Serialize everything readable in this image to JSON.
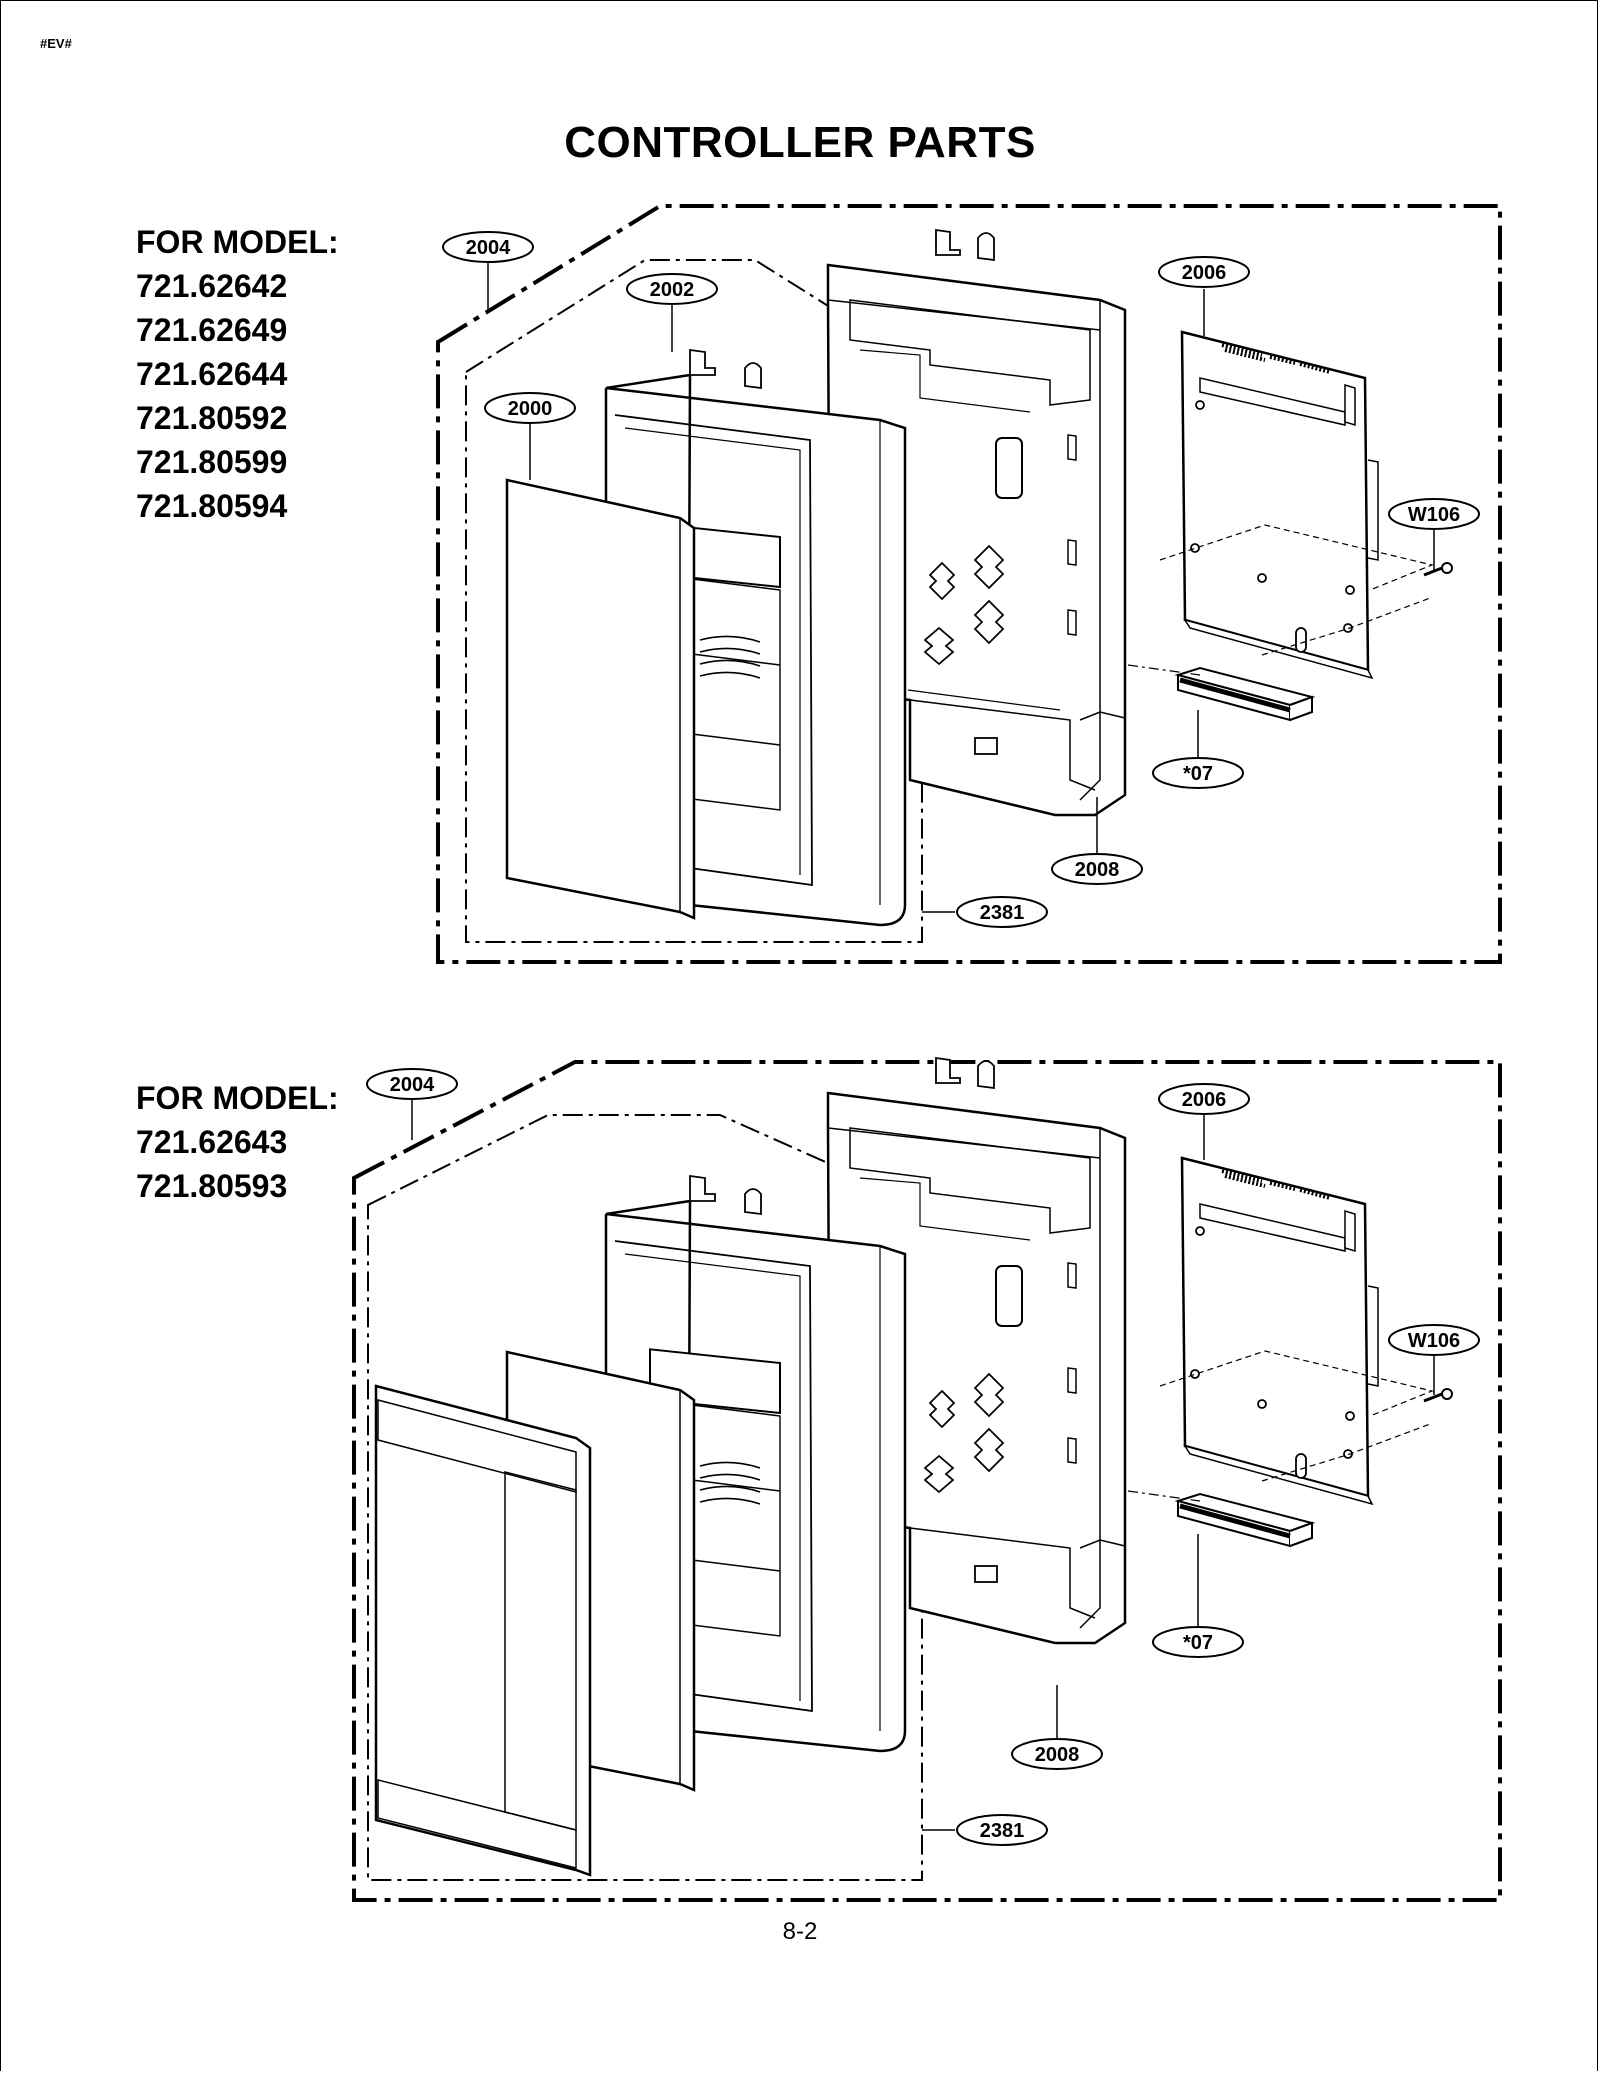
{
  "header": {
    "doc_code": "#EV#",
    "title": "CONTROLLER PARTS"
  },
  "diagram_top": {
    "model_heading": "FOR MODEL:",
    "models": [
      "721.62642",
      "721.62649",
      "721.62644",
      "721.80592",
      "721.80599",
      "721.80594"
    ],
    "callouts": {
      "assembly": "2004",
      "frame": "2002",
      "film": "2000",
      "pcb": "2006",
      "screw": "W106",
      "part07": "*07",
      "bracket": "2008",
      "sub_assembly": "2381"
    }
  },
  "diagram_bottom": {
    "model_heading": "FOR MODEL:",
    "models": [
      "721.62643",
      "721.80593"
    ],
    "callouts": {
      "assembly": "2004",
      "pcb": "2006",
      "screw": "W106",
      "part07": "*07",
      "bracket": "2008",
      "sub_assembly": "2381"
    }
  },
  "footer": {
    "page_number": "8-2"
  }
}
